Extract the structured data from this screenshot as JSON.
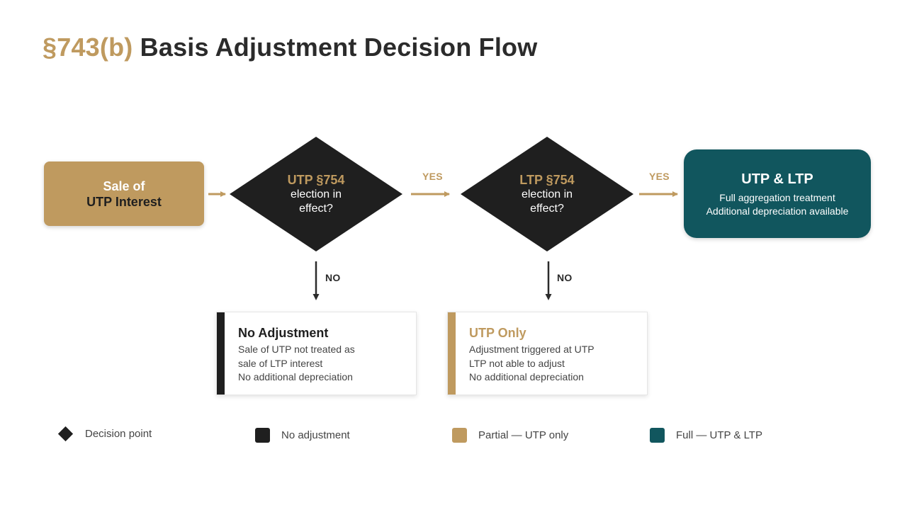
{
  "title": {
    "section": "§743(b)",
    "text": "Basis Adjustment Decision Flow"
  },
  "colors": {
    "gold": "#bf9a5f",
    "dark": "#1f1f1f",
    "teal": "#11565e",
    "text": "#2b2b2b"
  },
  "start": {
    "line1": "Sale of",
    "line2": "UTP Interest"
  },
  "decision1": {
    "title": "UTP §754",
    "line1": "election in",
    "line2": "effect?"
  },
  "decision2": {
    "title": "LTP §754",
    "line1": "election in",
    "line2": "effect?"
  },
  "labels": {
    "yes1": "YES",
    "yes2": "YES",
    "no1": "NO",
    "no2": "NO"
  },
  "result_full": {
    "title": "UTP & LTP",
    "lines": [
      "Full aggregation treatment",
      "Additional depreciation available"
    ]
  },
  "card_no_adjustment": {
    "title": "No Adjustment",
    "lines": [
      "Sale of UTP not treated as",
      "sale of LTP interest",
      "No additional depreciation"
    ]
  },
  "card_utp_only": {
    "title": "UTP Only",
    "lines": [
      "Adjustment triggered at UTP",
      "LTP not able to adjust",
      "No additional depreciation"
    ]
  },
  "legend": [
    {
      "label": "Decision point",
      "icon": "diamond-icon"
    },
    {
      "label": "No adjustment",
      "color": "#1f1f1f"
    },
    {
      "label": "Partial — UTP only",
      "color": "#bf9a5f"
    },
    {
      "label": "Full — UTP & LTP",
      "color": "#11565e"
    }
  ]
}
